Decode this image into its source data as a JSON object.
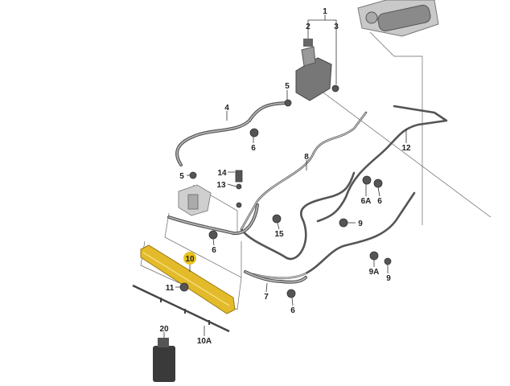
{
  "diagram": {
    "title": "Power steering hydraulic lines and oil cooler parts diagram",
    "accent_color": "#e8c21a",
    "labels": {
      "l1": "1",
      "l2": "2",
      "l3": "3",
      "l4": "4",
      "l5a": "5",
      "l5b": "5",
      "l6a": "6",
      "l6b": "6",
      "l6c": "6",
      "l6d": "6",
      "l6A": "6A",
      "l7": "7",
      "l8": "8",
      "l9a": "9",
      "l9b": "9",
      "l9A": "9A",
      "l10": "10",
      "l10A": "10A",
      "l11": "11",
      "l12": "12",
      "l13": "13",
      "l14": "14",
      "l15": "15",
      "l20": "20"
    }
  }
}
